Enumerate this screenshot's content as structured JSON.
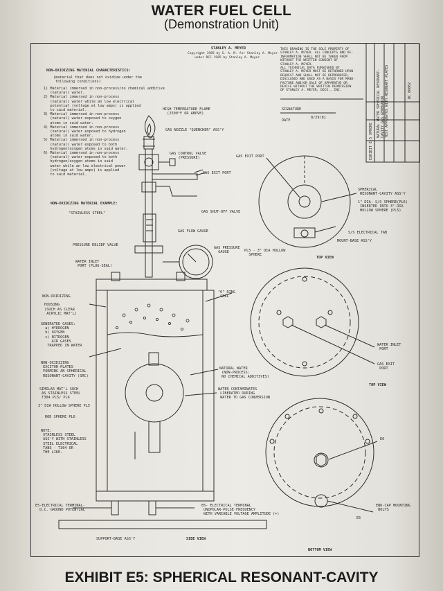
{
  "header": {
    "title": "WATER FUEL CELL",
    "subtitle": "(Demonstration Unit)"
  },
  "footer": {
    "caption": "EXHIBIT E5: SPHERICAL RESONANT-CAVITY"
  },
  "author_block": {
    "name": "STANLEY A. MEYER",
    "line1": "Copyright 1985 by S. A. M. for Stanley A. Meyer",
    "line2": "under RCC 1985 by Stanley A. Meyer"
  },
  "notice_block": {
    "text": "THIS DRAWING IS THE SOLE PROPERTY OF\nSTANLEY A. MEYER. ALL CONCEPTS AND DE-\nINFORMATION SHALL NOT BE TAKEN FROM\nWITHOUT THE WRITTEN CONSENT OF\nSTANLEY A. MEYER.\nALL TECHNICAL DATA FURNISHED BY\nSTANLEY A. MEYER MUST BE RETURNED UPON\nREQUEST AND SHALL NOT BE REPRODUCED,\nDISCLOSED AND USED AS A BASIS FOR MANU-\nFACTURE AND/OR SALE OF APPARATUS OR\nDEVICE WITHOUT THE WRITTEN PERMISSION\nOF STANLEY A. MEYER, DOCS., INC.",
    "signature_label": "SIGNATURE",
    "date_label": "DATE",
    "date_value": "8/29/81"
  },
  "title_block": {
    "exhibit": "EXHIBIT E-5 SPHERE",
    "desc": "NATURAL WATER SPHERICAL RESONANT-\nCAVITY GAS GENERATOR\nTEST APPARATUS WITH RESONANT PLATES",
    "dwg_no": "DC 86002"
  },
  "material": {
    "heading": "NON-OXIDIZING MATERIAL CHARACTERISTICS:",
    "sub": "(material that does not oxidize under the\n following conditions)",
    "items": "1) Material immersed in non-process/no chemical additive\n   (natural) water.\n2) Material immersed in non-process\n   (natural) water while an low electrical\n   potential (voltage at low amps) is applied\n   to said material.\n3) Material immersed in non-process\n   (natural) water exposed to oxygen\n   atoms in said water.\n4) Material immersed in non-process\n   (natural) water exposed to hydrogen\n   atoms in said water.\n5) Material immersed in non-process\n   (natural) water exposed to both\n   hydrogen/oxygen atoms in said water.\n6) Material immersed in non-process\n   (natural) water exposed to both\n   hydrogen/oxygen atoms in said\n   water while an low electrical power\n   (voltage at low amps) is applied\n   to said material.",
    "example_heading": "NON-OXIDIZING MATERIAL EXAMPLE:",
    "example": "\"STAINLESS STEEL\""
  },
  "side_labels": {
    "flame": "HIGH TEMPERATURE FLAME\n  (2500°F OR ABOVE)",
    "nozzle": "GAS NOZZLE \"QUENCHER\" ASS'Y",
    "control": "GAS CONTROL VALVE\n    (PRESSURE)",
    "exit_port": "GAS EXIT PORT",
    "shutoff": "GAS SHUT-OFF VALVE",
    "flow": "GAS FLOW GAUGE",
    "relief": "PRESSURE RELIEF VALVE",
    "pressure": "GAS PRESSURE\n  GAUGE",
    "inlet": "WATER INLET\n PORT (PLUG-SEAL)",
    "oring": "\"O\" RING\n SEAL",
    "housing": "NON-OXIDIZING\n\n HOUSING\n (SUCH AS CLEAR\n  ACRYLIC MAT'L)",
    "gases": "GENERATED GASES:\n  a) HYDROGEN\n  b) OXYGEN\n  c) NITROGEN\n     AIR GASES\n   TRAPPED IN WATER",
    "plates": "NON-OXIDIZING\n EXCITOR-PLATES\n FORMING AN SPHERICAL\n RESONANT-CAVITY (SRC)",
    "similar": "SIMILAR MAT'L SUCH\n AS STAINLESS STEEL\n T304 PL5/ PL6",
    "pl5": "3\" DIA HOLLOW SPHERE PL5",
    "pl6": "ROD SPHERE PL6",
    "note": "NOTE:\n STAINLESS STEEL\n ASS'Y WITH STAINLESS\n STEEL ELECTRICAL\n TABS - T304 OR\n THE LIKE.",
    "water": "NATURAL WATER\n (NON-PROCESS;\n NO CHEMICAL ADDITIVES)",
    "contaminates": "WATER CONTAMINATES\n LIBERATED DURING\n WATER TO GAS CONVERSION",
    "e5": "E5-ELECTRICAL TERMINAL-\n  D.C. GROUND POTENTIAL",
    "e6": "E6- ELECTRICAL TERMINAL\n UNIPOLAR-PULSE-FREQUENCY\n WITH VARIABLE VOLTAGE AMPLITUDE (+)",
    "support": "SUPPORT-BASE ASS'Y",
    "side_view": "SIDE VIEW"
  },
  "right_labels": {
    "exit_port": "GAS EXIT PORT",
    "src": "SPHERICAL\n RESONANT-CAVITY ASS'Y",
    "sphere1": "1\" DIA. S/S SPHERE(PL6)\n INSERTED INTO 3\" DIA\n HOLLOW SPHERE (PL5)",
    "tab": "S/S ELECTRICAL TAB",
    "mount": "MOUNT-BASE ASS'Y",
    "pl5": "PL5 - 3\" DIA HOLLOW\n  SPHERE",
    "top1": "TOP VIEW",
    "inlet": "WATER INLET\n PORT",
    "exit2": "GAS EXIT\n PORT",
    "top2": "TOP VIEW",
    "e6": "E6",
    "bolts": "END-CAP MOUNTING\n BOLTS",
    "e5": "E5",
    "bottom": "BOTTOM VIEW"
  },
  "colors": {
    "ink": "#2a2a2a",
    "paper": "#ecebe6"
  }
}
